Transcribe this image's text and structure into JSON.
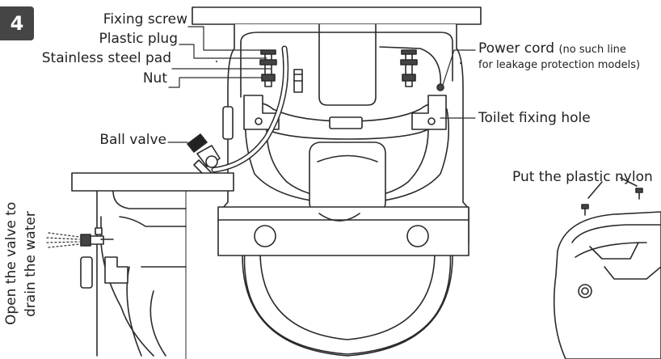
{
  "step_number": "4",
  "labels": {
    "fixing_screw": "Fixing screw",
    "plastic_plug": "Plastic plug",
    "stainless_steel_pad": "Stainless steel pad",
    "nut": "Nut",
    "ball_valve": "Ball valve",
    "power_cord": "Power cord",
    "power_cord_note_1": "(no such line",
    "power_cord_note_2": "for leakage protection models)",
    "toilet_fixing_hole": "Toilet fixing hole",
    "put_plastic_nylon": "Put the plastic nylon",
    "open_valve_line1": "Open the valve to",
    "open_valve_line2": "drain the water"
  },
  "colors": {
    "line": "#2a2a2a",
    "badge": "#454545",
    "fill": "#ffffff"
  }
}
